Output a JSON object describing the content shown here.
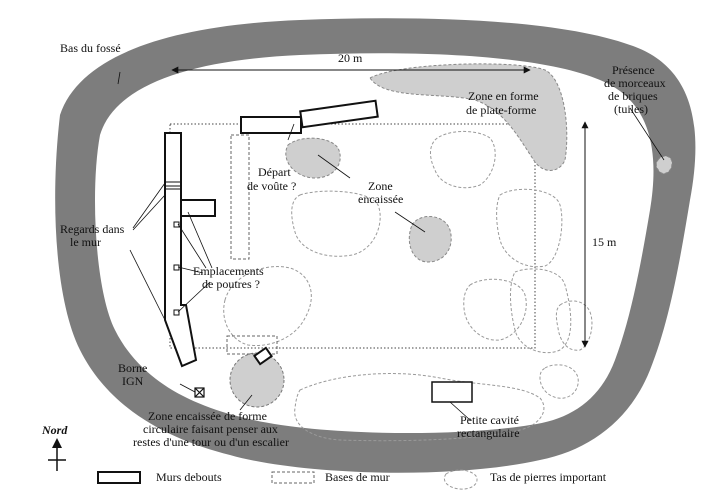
{
  "labels": {
    "bas_du_fosse": "Bas du fossé",
    "dim_20m": "20 m",
    "dim_15m": "15 m",
    "zone_plateforme_1": "Zone en forme",
    "zone_plateforme_2": "de plate-forme",
    "briques_1": "Présence",
    "briques_2": "de morceaux",
    "briques_3": "de briques",
    "briques_4": "(tuiles)",
    "depart_voute_1": "Départ",
    "depart_voute_2": "de voûte ?",
    "zone_encaissee_1": "Zone",
    "zone_encaissee_2": "encaissée",
    "regards_1": "Regards dans",
    "regards_2": "le mur",
    "poutres_1": "Emplacements",
    "poutres_2": "de poutres ?",
    "borne_1": "Borne",
    "borne_2": "IGN",
    "circ_1": "Zone encaissée de forme",
    "circ_2": "circulaire faisant penser aux",
    "circ_3": "restes d'une tour ou d'un escalier",
    "cavite_1": "Petite cavité",
    "cavite_2": "rectangulaire",
    "nord": "Nord"
  },
  "legend": {
    "murs_debouts": "Murs debouts",
    "bases_de_mur": "Bases de mur",
    "tas_de_pierres": "Tas de pierres important"
  },
  "colors": {
    "moat": "#7d7d7d",
    "shaded_zone": "#cfcfcf",
    "line": "#111111",
    "dashed": "#9a9a9a"
  }
}
